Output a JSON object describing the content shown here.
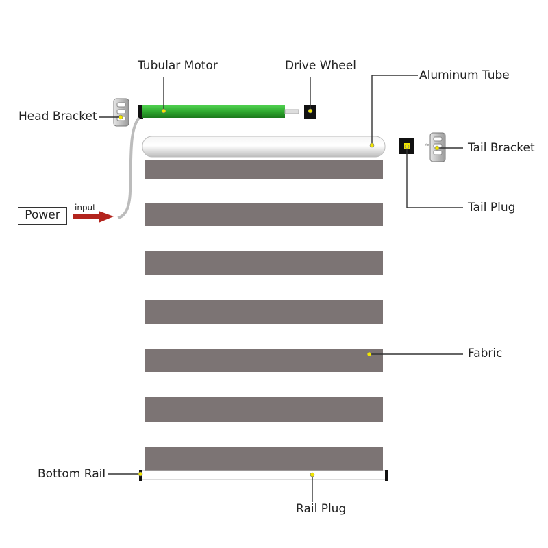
{
  "title": "",
  "labels": {
    "tubular_motor": "Tubular Motor",
    "drive_wheel": "Drive Wheel",
    "aluminum_tube": "Aluminum Tube",
    "head_bracket": "Head Bracket",
    "tail_bracket": "Tail Bracket",
    "tail_plug": "Tail Plug",
    "power": "Power",
    "input": "input",
    "fabric": "Fabric",
    "bottom_rail": "Bottom Rail",
    "rail_plug": "Rail Plug"
  },
  "fabric_strip_count": 7,
  "colors": {
    "motor": "#2ea82e",
    "fabric": "#7c7474",
    "arrow": "#b3241d",
    "tube": "#d9d9d9",
    "marker": "#f2e600",
    "leader": "#333333"
  }
}
